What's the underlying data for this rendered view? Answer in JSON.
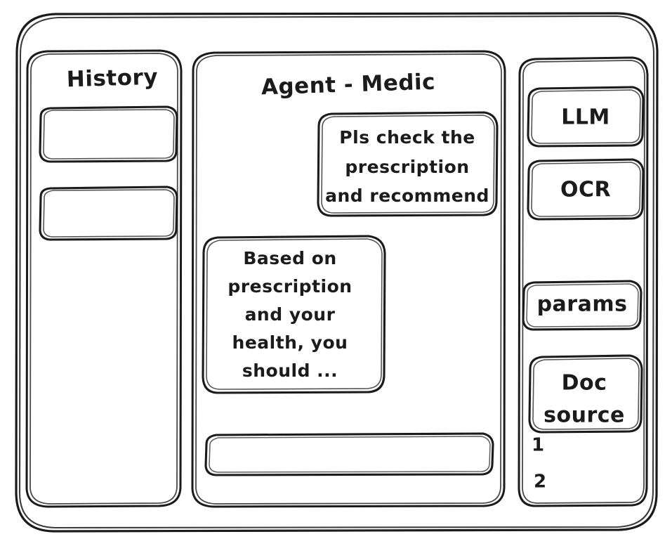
{
  "window": {
    "name": "agent-medic-wireframe"
  },
  "sidebar": {
    "title": "History",
    "items": [
      {
        "label": "",
        "name": "history-item-1"
      },
      {
        "label": "",
        "name": "history-item-2"
      }
    ]
  },
  "main": {
    "header": "Agent - Medic",
    "messages": [
      {
        "role": "user",
        "lines": [
          "Pls check the",
          "prescription",
          "and recommend"
        ]
      },
      {
        "role": "assistant",
        "lines": [
          "Based on",
          "prescription",
          "and your",
          "health, you",
          "should ..."
        ]
      }
    ],
    "composer": {
      "value": "",
      "placeholder": ""
    }
  },
  "tools": {
    "buttons": [
      {
        "label": "LLM",
        "name": "tool-button-llm"
      },
      {
        "label": "OCR",
        "name": "tool-button-ocr"
      },
      {
        "label": "params",
        "name": "tool-button-params"
      }
    ],
    "doc_source": {
      "lines": [
        "Doc",
        "source"
      ],
      "list": [
        "1",
        "2"
      ]
    }
  },
  "colors": {
    "stroke": "#1b1b1b",
    "background": "#ffffff"
  }
}
